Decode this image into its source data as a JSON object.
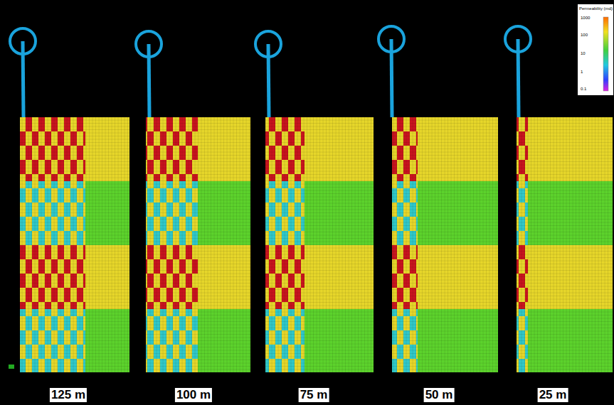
{
  "diagram": {
    "labels": [
      "Permeability (md)",
      "1000",
      "100",
      "10",
      "1",
      "0.1",
      "125 m",
      "100 m",
      "75 m",
      "50 m",
      "25 m"
    ]
  }
}
